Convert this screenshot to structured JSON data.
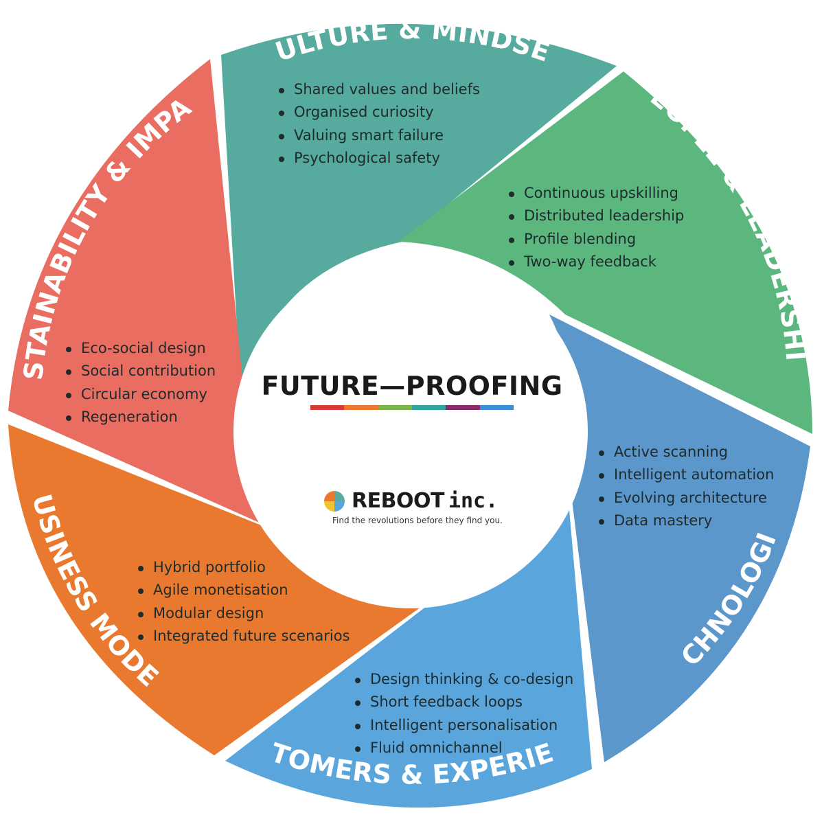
{
  "segments": {
    "culture": {
      "title": "CULTURE & MINDSET",
      "color": "#56aa9e",
      "items": [
        "Shared values and beliefs",
        "Organised curiosity",
        "Valuing smart failure",
        "Psychological safety"
      ]
    },
    "people": {
      "title": "PEOPLE & LEADERSHIP",
      "color": "#5bb77e",
      "items": [
        "Continuous upskilling",
        "Distributed leadership",
        "Profile blending",
        "Two-way feedback"
      ]
    },
    "technologies": {
      "title": "TECHNOLOGIES",
      "color": "#5c97cc",
      "items": [
        "Active scanning",
        "Intelligent automation",
        "Evolving architecture",
        "Data mastery"
      ]
    },
    "customers": {
      "title": "CUSTOMERS & EXPERIENCE",
      "color": "#5aa6dc",
      "items": [
        "Design thinking & co-design",
        "Short feedback loops",
        "Intelligent personalisation",
        "Fluid omnichannel"
      ]
    },
    "business": {
      "title": "BUSINESS MODELS",
      "color": "#e9792e",
      "items": [
        "Hybrid portfolio",
        "Agile monetisation",
        "Modular design",
        "Integrated future scenarios"
      ]
    },
    "sustainability": {
      "title": "SUSTAINABILITY & IMPACT",
      "color": "#e96d60",
      "items": [
        "Eco-social design",
        "Social contribution",
        "Circular economy",
        "Regeneration"
      ]
    }
  },
  "center": {
    "title": "FUTURE—PROOFING",
    "bar_colors": [
      "#d63c35",
      "#e9792e",
      "#7ab648",
      "#2fa3a0",
      "#8b2a6b",
      "#3b8fd6"
    ]
  },
  "brand": {
    "name": "REBOOT",
    "suffix": "inc.",
    "tagline": "Find the revolutions before they find you.",
    "logo_colors": [
      "#e9792e",
      "#56aa9e",
      "#5aa6dc",
      "#f2c230"
    ]
  }
}
